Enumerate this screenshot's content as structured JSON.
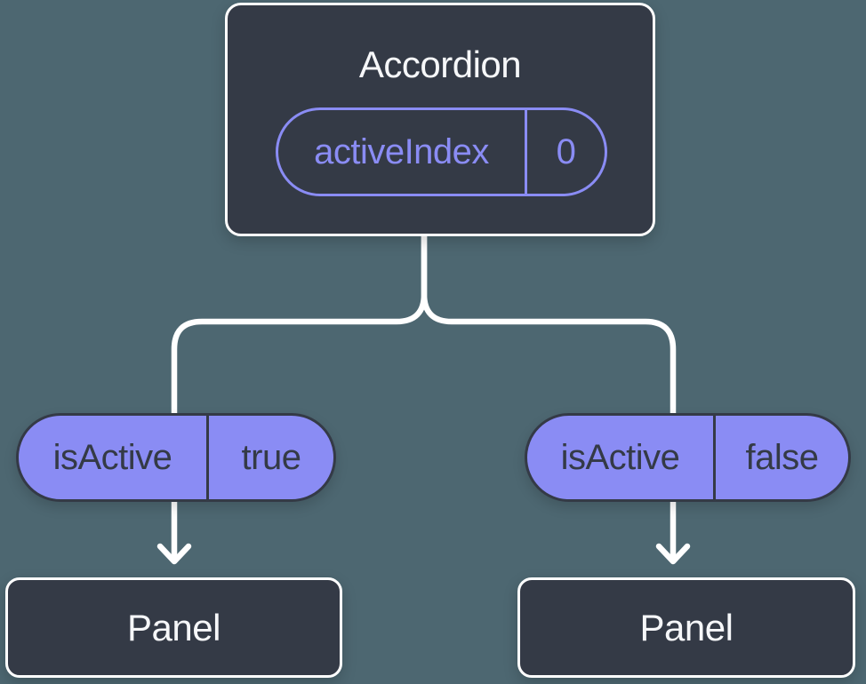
{
  "colors": {
    "background": "#4d6771",
    "node_fill": "#343a46",
    "node_border": "#ffffff",
    "accent_purple": "#8a8cf4",
    "dark_text": "#343a46",
    "light_text": "#f6f7f9",
    "connector": "#ffffff"
  },
  "tree": {
    "root": {
      "title": "Accordion",
      "prop": {
        "name": "activeIndex",
        "value": "0"
      }
    },
    "branches": [
      {
        "prop": {
          "name": "isActive",
          "value": "true"
        },
        "child": {
          "title": "Panel"
        }
      },
      {
        "prop": {
          "name": "isActive",
          "value": "false"
        },
        "child": {
          "title": "Panel"
        }
      }
    ]
  }
}
